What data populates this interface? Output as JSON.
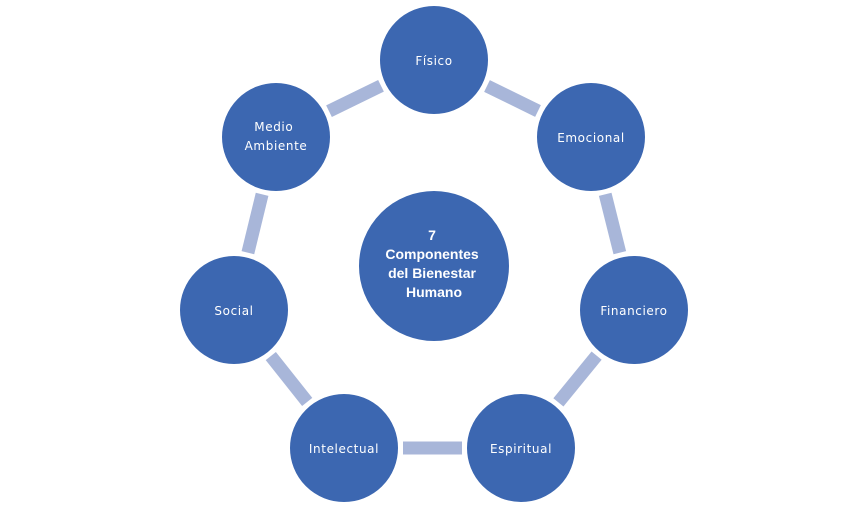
{
  "center": {
    "lines": [
      "7",
      "Componentes",
      "del Bienestar",
      "Humano"
    ]
  },
  "nodes": [
    {
      "id": "fisico",
      "lines": [
        "Físico"
      ]
    },
    {
      "id": "emocional",
      "lines": [
        "Emocional"
      ]
    },
    {
      "id": "financiero",
      "lines": [
        "Financiero"
      ]
    },
    {
      "id": "espiritual",
      "lines": [
        "Espiritual"
      ]
    },
    {
      "id": "intelectual",
      "lines": [
        "Intelectual"
      ]
    },
    {
      "id": "social",
      "lines": [
        "Social"
      ]
    },
    {
      "id": "medio-ambiente",
      "lines": [
        "Medio",
        "Ambiente"
      ]
    }
  ],
  "colors": {
    "node_fill": "#3c67b1",
    "node_stroke": "#ffffff",
    "connector": "#a8b6d9",
    "text": "#ffffff",
    "background": "#ffffff"
  }
}
